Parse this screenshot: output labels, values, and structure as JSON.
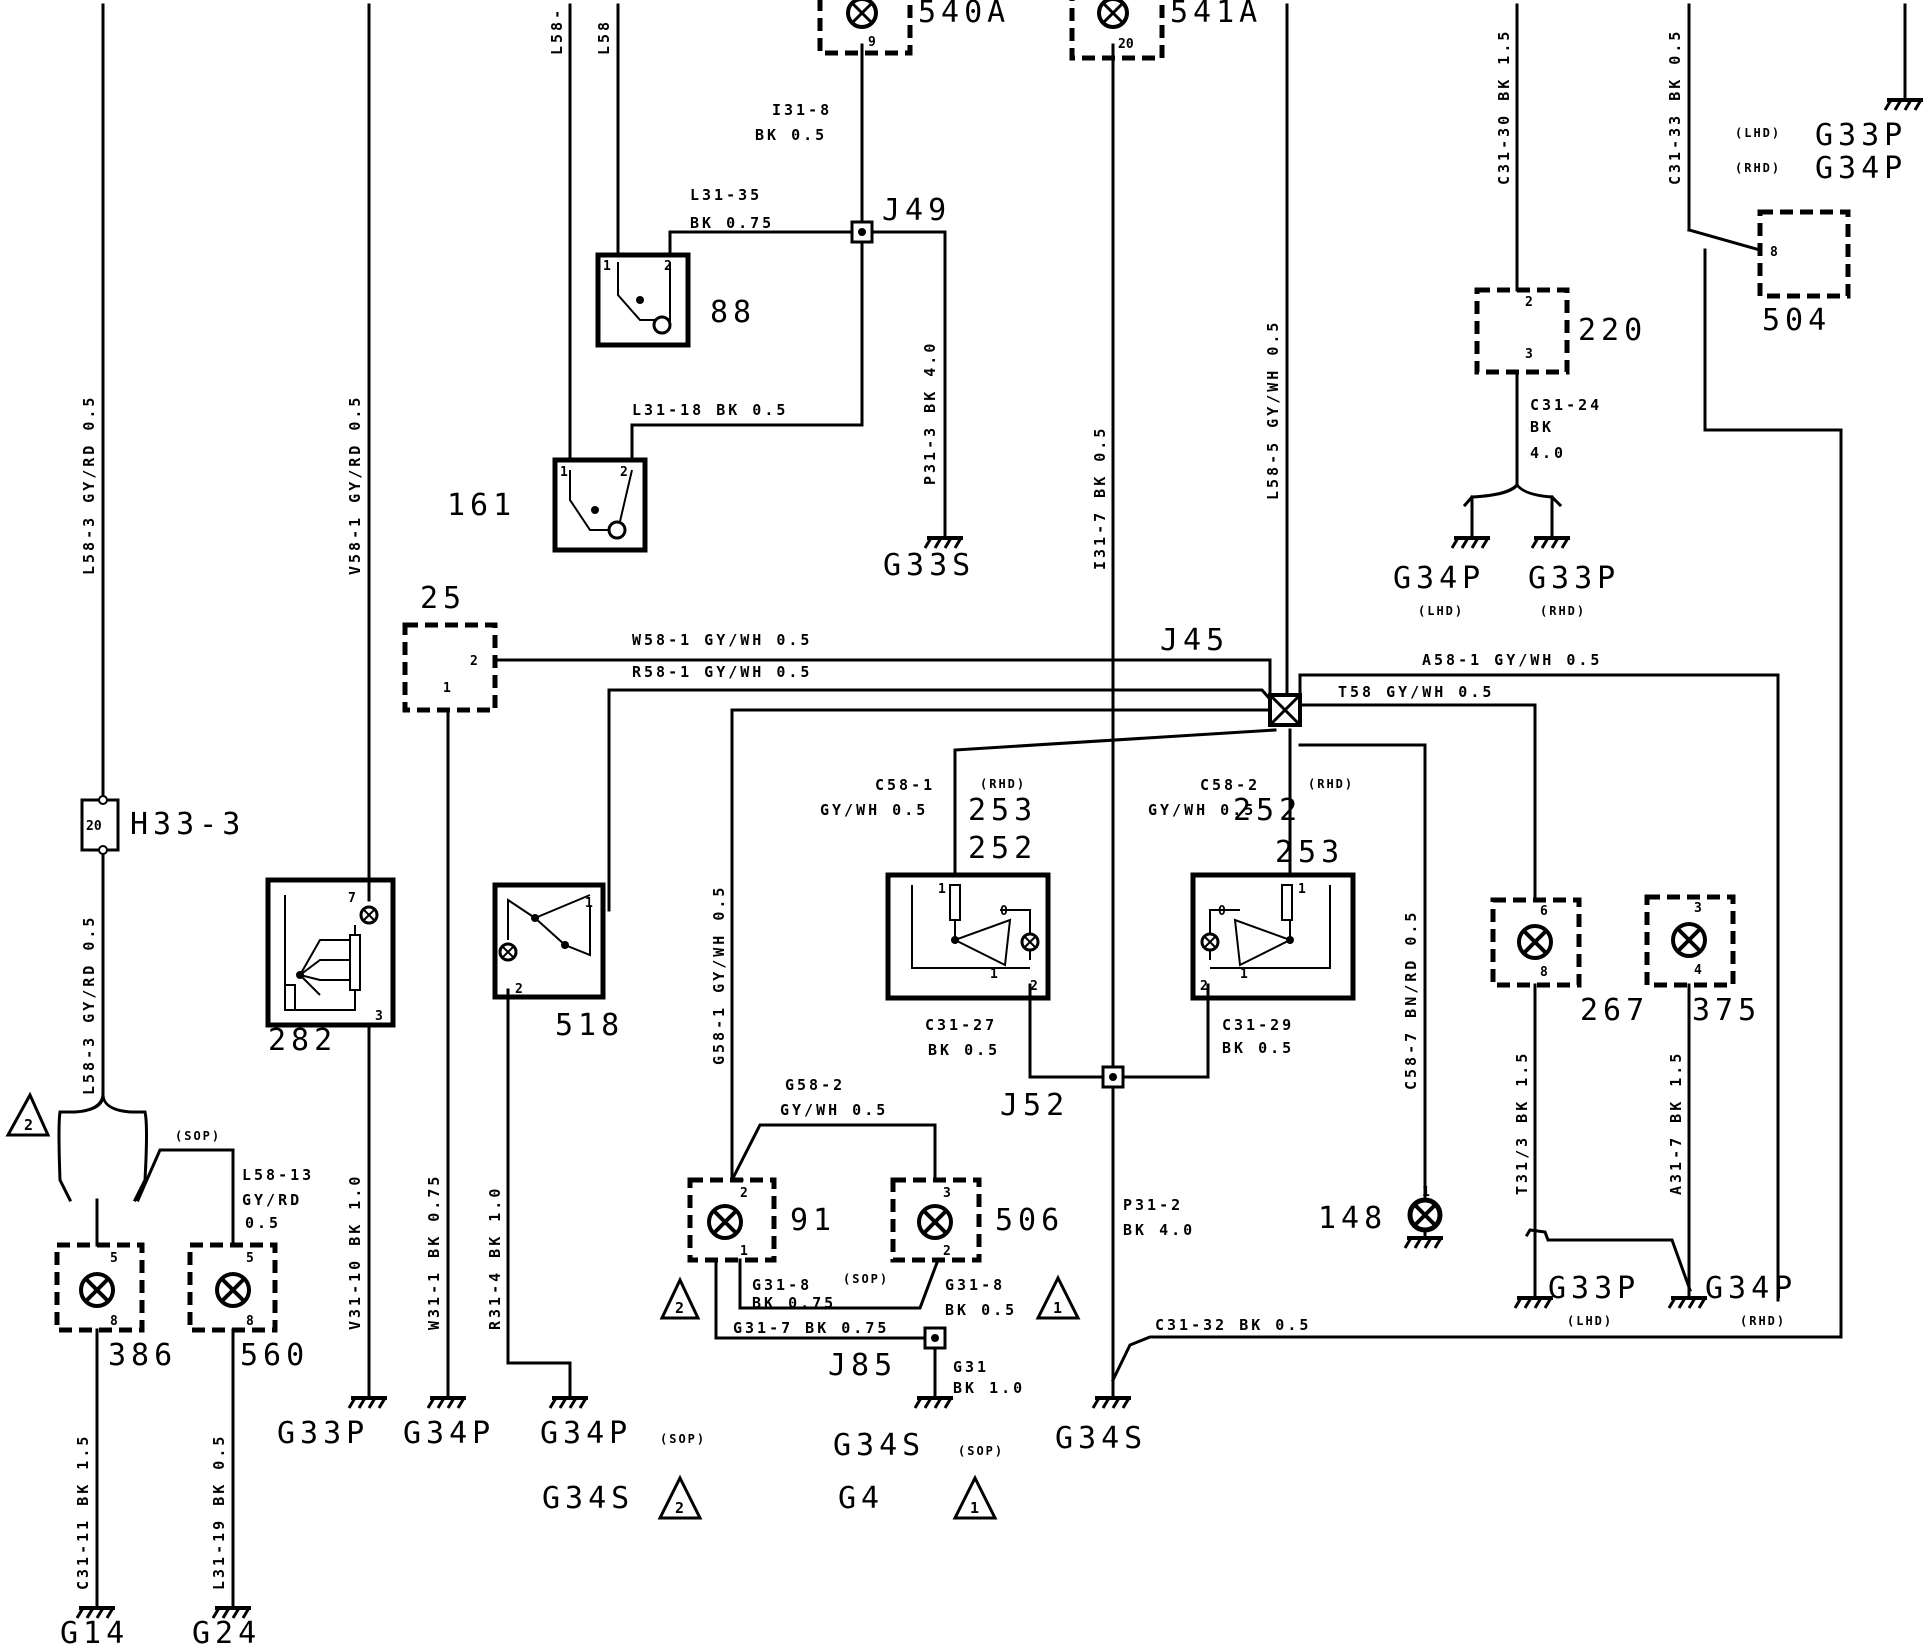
{
  "components": {
    "c540a": "540A",
    "c541a": "541A",
    "c88": "88",
    "c161": "161",
    "c220": "220",
    "c504": "504",
    "c25": "25",
    "c282": "282",
    "c518": "518",
    "c253a": "253",
    "c252a": "252",
    "c252b": "252",
    "c253b": "253",
    "c267": "267",
    "c375": "375",
    "c91": "91",
    "c506": "506",
    "c148": "148",
    "c386": "386",
    "c560": "560",
    "h33": "H33-3"
  },
  "junctions": {
    "j49": "J49",
    "j45": "J45",
    "j52": "J52",
    "j85": "J85"
  },
  "grounds": {
    "g33s": "G33S",
    "g34p_top": "G34P",
    "g33p_top": "G33P",
    "g33p_lhd_top": "G33P",
    "g34p_rhd_top": "G34P",
    "g33p_b1": "G33P",
    "g34p_b2": "G34P",
    "g34p_b3": "G34P",
    "g34s_b4": "G34S",
    "g34s_b5": "G34S",
    "g4": "G4",
    "g34s_tri": "G34S",
    "g33p_r": "G33P",
    "g34p_r": "G34P",
    "g14": "G14",
    "g24": "G24"
  },
  "wires": {
    "l58a": "L58-",
    "l58b": "L58",
    "i31_8": "I31-8",
    "bk05a": "BK 0.5",
    "l31_35": "L31-35",
    "bk075a": "BK 0.75",
    "l31_18": "L31-18 BK 0.5",
    "p31_3": "P31-3 BK 4.0",
    "i31_7": "I31-7 BK 0.5",
    "l58_5": "L58-5 GY/WH 0.5",
    "c31_30": "C31-30 BK 1.5",
    "c31_24": "C31-24",
    "bk": "BK",
    "v40": "4.0",
    "c31_33": "C31-33 BK 0.5",
    "l58_3": "L58-3 GY/RD 0.5",
    "v58_1": "V58-1 GY/RD 0.5",
    "w58_1": "W58-1 GY/WH 0.5",
    "r58_1": "R58-1 GY/WH 0.5",
    "a58_1": "A58-1 GY/WH 0.5",
    "t58": "T58 GY/WH 0.5",
    "c58_1": "C58-1",
    "c58_2": "C58-2",
    "gywh05a": "GY/WH 0.5",
    "gywh05b": "GY/WH 0.5",
    "rhd_a": "(RHD)",
    "rhd_b": "(RHD)",
    "c31_27": "C31-27",
    "c31_29": "C31-29",
    "bk05b": "BK 0.5",
    "bk05c": "BK 0.5",
    "g58_1": "G58-1 GY/WH 0.5",
    "g58_2": "G58-2",
    "gywh05c": "GY/WH 0.5",
    "c58_7": "C58-7 BN/RD 0.5",
    "t31_3": "T31/3 BK 1.5",
    "a31_7": "A31-7 BK 1.5",
    "l58_3b": "L58-3 GY/RD 0.5",
    "l58_13": "L58-13",
    "gyrd": "GY/RD",
    "v05": "0.5",
    "sop_a": "(SOP)",
    "sop_b": "(SOP)",
    "sop_c": "(SOP)",
    "sop_d": "(SOP)",
    "v31_10": "V31-10 BK 1.0",
    "w31_1": "W31-1 BK 0.75",
    "r31_4": "R31-4 BK 1.0",
    "p31_2": "P31-2",
    "bk40": "BK 4.0",
    "g31_8a": "G31-8",
    "bk075b": "BK 0.75",
    "g31_8b": "G31-8",
    "bk05d": "BK 0.5",
    "g31_7": "G31-7 BK 0.75",
    "g31": "G31",
    "bk10": "BK 1.0",
    "c31_32": "C31-32 BK 0.5",
    "c31_11": "C31-11 BK 1.5",
    "l31_19": "L31-19 BK 0.5",
    "lhd_a": "(LHD)",
    "rhd_c": "(RHD)",
    "lhd_b": "(LHD)",
    "rhd_d": "(RHD)",
    "lhd_c": "(LHD)",
    "rhd_e": "(RHD)"
  },
  "notes": {
    "tri1a": "1",
    "tri1b": "1",
    "tri2a": "2",
    "tri2b": "2",
    "tri2c": "2"
  }
}
